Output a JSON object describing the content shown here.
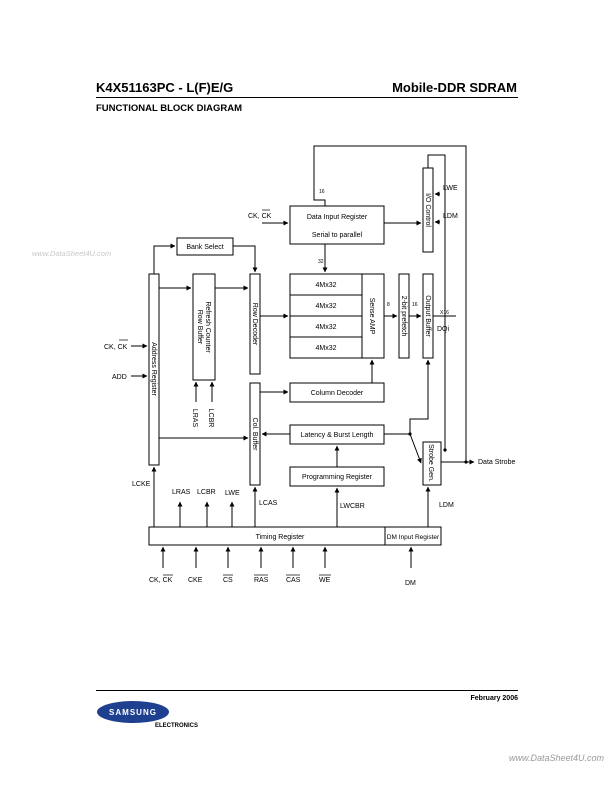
{
  "header": {
    "part_number": "K4X51163PC - L(F)E/G",
    "product": "Mobile-DDR SDRAM",
    "section_title": "FUNCTIONAL BLOCK DIAGRAM"
  },
  "watermark_left": "www.DataSheet4U.com",
  "watermark_bottom": "www.DataSheet4U.com",
  "footer": {
    "date": "February  2006",
    "logo_text": "SAMSUNG",
    "logo_sub": "ELECTRONICS"
  },
  "diagram": {
    "blocks": {
      "data_input_register": {
        "line1": "Data Input Register",
        "line2": "Serial to parallel"
      },
      "bank_select": "Bank Select",
      "address_register": "Address Register",
      "refresh_counter": {
        "line1": "Refresh Counter",
        "line2": "Row Buffer"
      },
      "row_decoder": "Row Decoder",
      "memory_banks": [
        "4Mx32",
        "4Mx32",
        "4Mx32",
        "4Mx32"
      ],
      "sense_amp": "Sense AMP",
      "prefetch": "2-bit prefetch",
      "output_buffer": "Output Buffer",
      "io_control": "I/O Control",
      "column_decoder": "Column Decoder",
      "col_buffer": "Col. Buffer",
      "latency_burst": "Latency & Burst Length",
      "programming_register": "Programming Register",
      "strobe_gen": "Strobe Gen.",
      "timing_register": "Timing Register",
      "dm_input_register": "DM Input Register"
    },
    "signals": {
      "ck_ckb_top": "CK, CK",
      "ck_ckb_left": "CK, CK",
      "add": "ADD",
      "lwe": "LWE",
      "ldm": "LDM",
      "ldm_lower": "LDM",
      "lras_rc": "LRAS",
      "lcbr_rc": "LCBR",
      "lcke": "LCKE",
      "lras": "LRAS",
      "lcbr": "LCBR",
      "lwe_low": "LWE",
      "lcas": "LCAS",
      "lwcbr": "LWCBR",
      "dqi": "DQi",
      "x16": "X16",
      "data_strobe": "Data Strobe",
      "bus16_top": "16",
      "bus32": "32",
      "bus8": "8",
      "bus16_mid": "16"
    },
    "inputs": {
      "ck": "CK, CK",
      "cke": "CKE",
      "cs": "CS",
      "ras": "RAS",
      "cas": "CAS",
      "we": "WE",
      "dm": "DM"
    }
  }
}
